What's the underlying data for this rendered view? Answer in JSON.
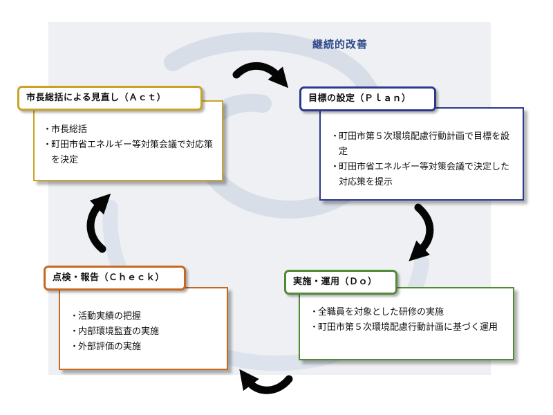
{
  "title": "継続的改善",
  "colors": {
    "act": "#c9a227",
    "plan": "#2b3a8c",
    "do": "#4f8a34",
    "check": "#c8671e",
    "arrow": "#050505",
    "background": "#eef0f3"
  },
  "act": {
    "label": "市長総括による見直し（Ａｃｔ）",
    "items": [
      "市長総括",
      "町田市省エネルギー等対策会議で対応策を決定"
    ]
  },
  "plan": {
    "label": "目標の設定（Ｐｌａｎ）",
    "items": [
      "町田市第５次環境配慮行動計画で目標を設定",
      "町田市省エネルギー等対策会議で決定した対応策を提示"
    ]
  },
  "do": {
    "label": "実施・運用（Ｄｏ）",
    "items": [
      "全職員を対象とした研修の実施",
      "町田市第５次環境配慮行動計画に基づく運用"
    ]
  },
  "check": {
    "label": "点検・報告（Ｃｈｅｃｋ）",
    "items": [
      "活動実績の把握",
      "内部環境監査の実施",
      "外部評価の実施"
    ]
  }
}
